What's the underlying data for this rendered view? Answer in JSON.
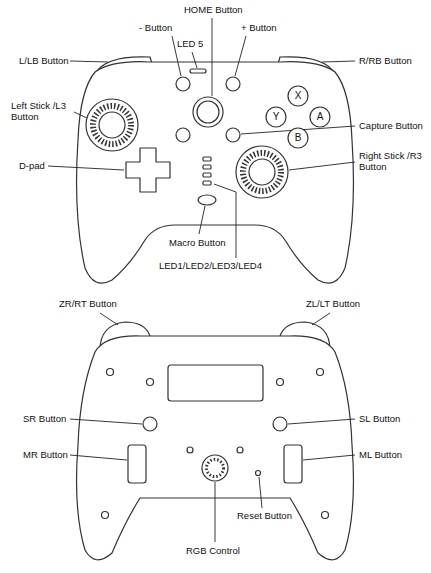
{
  "diagram": {
    "nodes": [
      {
        "text": [
          "X"
        ]
      },
      {
        "text": [
          "Y"
        ]
      },
      {
        "text": [
          "A"
        ]
      },
      {
        "text": [
          "B"
        ]
      }
    ],
    "labels": [
      "HOME Button",
      "- Button",
      "+ Button",
      "LED 5",
      "L/LB Button",
      "R/RB Button",
      "Left Stick /L3 Button",
      "Capture Button",
      "D-pad",
      "Right Stick /R3 Button",
      "Macro Button",
      "LED1/LED2/LED3/LED4",
      "ZR/RT Button",
      "ZL/LT Button",
      "SR Button",
      "SL Button",
      "MR Button",
      "ML Button",
      "Reset Button",
      "RGB Control"
    ]
  }
}
